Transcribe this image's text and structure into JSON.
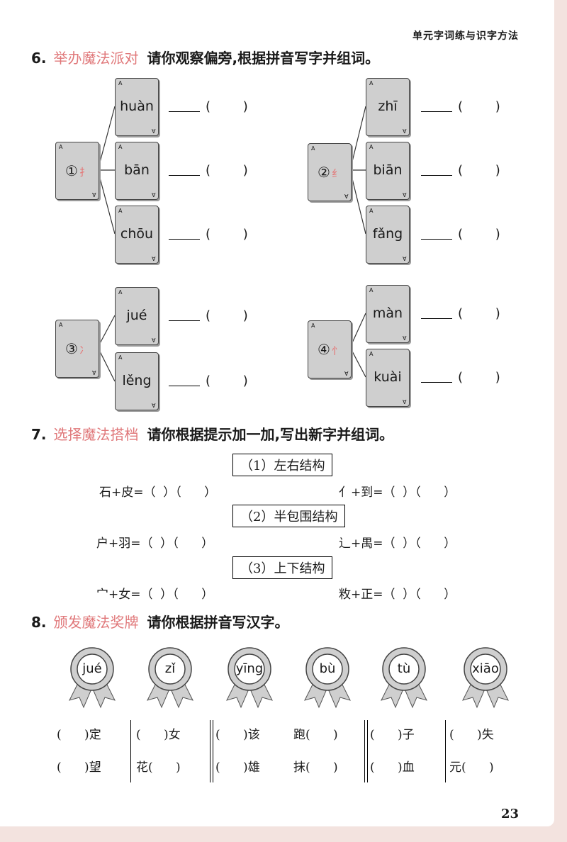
{
  "header": {
    "text": "单元字词练与识字方法"
  },
  "q6": {
    "number": "6.",
    "magic": "举办魔法派对",
    "instruction": "请你观察偏旁,根据拼音写字并组词。",
    "ace": "A",
    "groups": [
      {
        "root": "①",
        "radical": "扌",
        "cards": [
          "huàn",
          "bān",
          "chōu"
        ]
      },
      {
        "root": "②",
        "radical": "纟",
        "cards": [
          "zhī",
          "biān",
          "fǎng"
        ]
      },
      {
        "root": "③",
        "radical": "冫",
        "cards": [
          "jué",
          "lěng"
        ]
      },
      {
        "root": "④",
        "radical": "忄",
        "cards": [
          "màn",
          "kuài"
        ]
      }
    ],
    "blank_text": "(        )"
  },
  "q7": {
    "number": "7.",
    "magic": "选择魔法搭档",
    "instruction": "请你根据提示加一加,写出新字并组词。",
    "structures": [
      "（1）左右结构",
      "（2）半包围结构",
      "（3）上下结构"
    ],
    "equations": [
      [
        "石+皮=（  ）（      ）",
        "亻+到=（  ）（      ）"
      ],
      [
        "户+羽=（  ）（      ）",
        "辶+禺=（  ）（      ）"
      ],
      [
        "宀+女=（  ）（      ）",
        "敉+正=（  ）（      ）"
      ]
    ]
  },
  "q8": {
    "number": "8.",
    "magic": "颁发魔法奖牌",
    "instruction": "请你根据拼音写汉字。",
    "medals": [
      "jué",
      "zǐ",
      "yīng",
      "bù",
      "tù",
      "xiāo"
    ],
    "row1": [
      "(      )定",
      "(      )女",
      "(      )该",
      "跑(      )",
      "(      )子",
      "(      )失"
    ],
    "row2": [
      "(      )望",
      "花(      )",
      "(      )雄",
      "抹(      )",
      "(      )血",
      "元(      )"
    ]
  },
  "page_number": "23"
}
